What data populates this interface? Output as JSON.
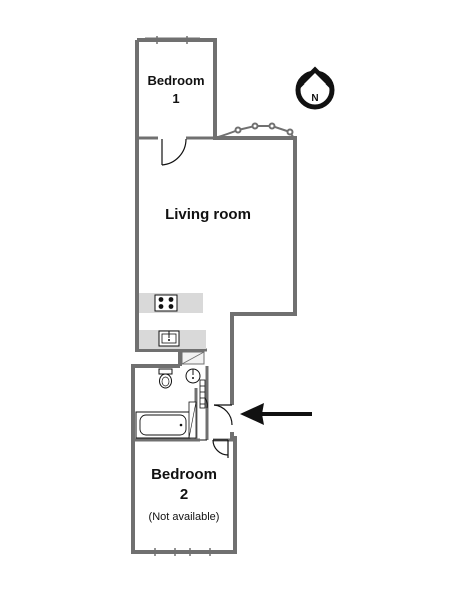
{
  "rooms": {
    "bedroom1": {
      "line1": "Bedroom",
      "line2": "1"
    },
    "living": {
      "label": "Living room"
    },
    "bedroom2": {
      "line1": "Bedroom",
      "line2": "2",
      "note": "(Not available)"
    }
  },
  "compass": {
    "label": "N"
  },
  "entrance": {
    "icon": "entrance-arrow-icon"
  },
  "colors": {
    "wall": "#707070",
    "wall_fill": "#ffffff",
    "counter": "#d9d9d9",
    "ink": "#111111"
  }
}
